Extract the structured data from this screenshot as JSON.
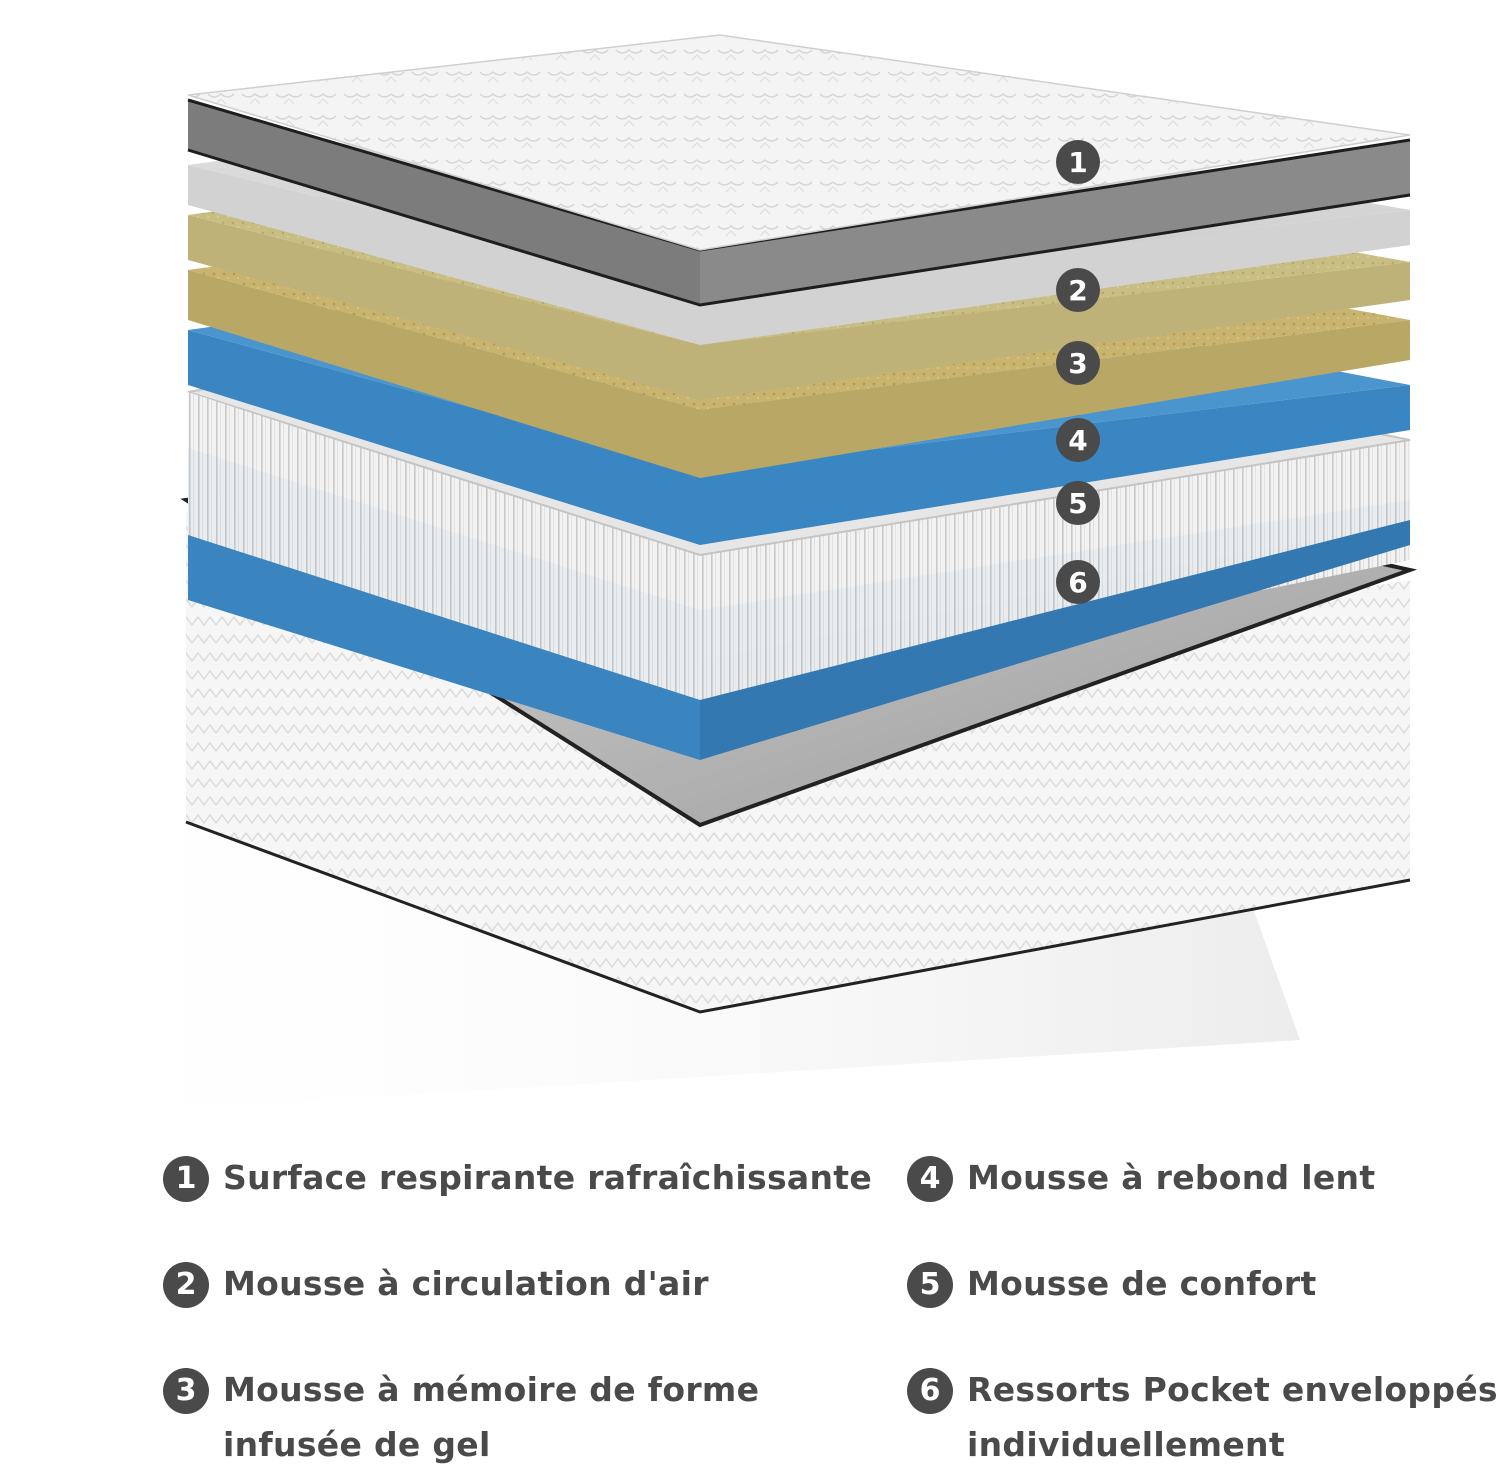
{
  "colors": {
    "badge": "#4a4a4a",
    "legend_text": "#4a4a4a",
    "layer_1_cover": "#f2f2f2",
    "layer_2_air_foam": "#dcdcdc",
    "layer_3_memory_gel": "#c8bd82",
    "layer_4_slow_rebound": "#c8b46e",
    "layer_5_comfort_foam": "#3b86c2",
    "layer_6_pocket_springs": "#eeeeee",
    "base_fabric": "#f4f4f4",
    "piping": "#222222"
  },
  "illustration": {
    "markers": [
      "1",
      "2",
      "3",
      "4",
      "5",
      "6"
    ]
  },
  "legend": {
    "items": [
      {
        "number": "1",
        "label": "Surface respirante rafraîchissante"
      },
      {
        "number": "2",
        "label": "Mousse à circulation d'air"
      },
      {
        "number": "3",
        "label": "Mousse à mémoire de forme\ninfusée de gel"
      },
      {
        "number": "4",
        "label": "Mousse à rebond lent"
      },
      {
        "number": "5",
        "label": "Mousse de confort"
      },
      {
        "number": "6",
        "label": "Ressorts Pocket enveloppés\nindividuellement"
      }
    ]
  }
}
